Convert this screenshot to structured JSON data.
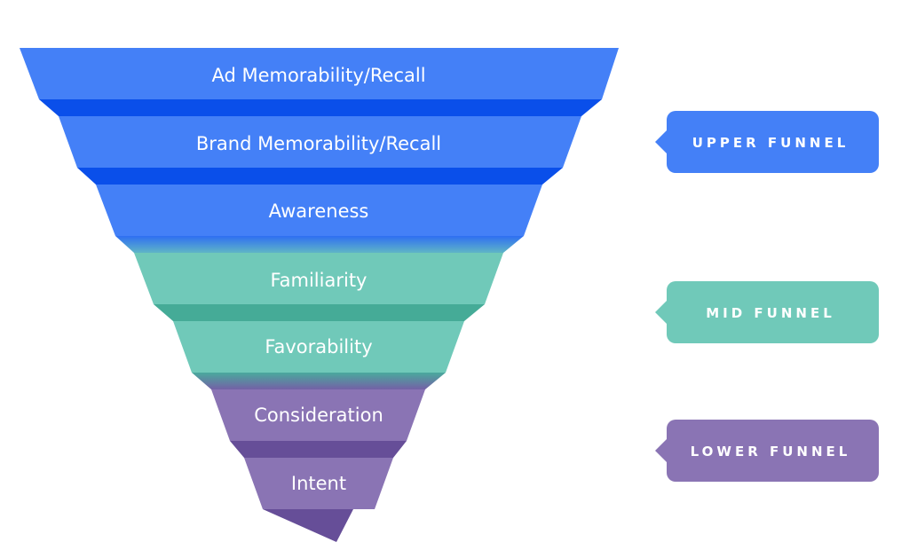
{
  "funnel": {
    "stages": [
      {
        "label": "Ad Memorability/Recall",
        "color": "#4480f7"
      },
      {
        "label": "Brand Memorability/Recall",
        "color": "#4480f7"
      },
      {
        "label": "Awareness",
        "color": "#4480f7"
      },
      {
        "label": "Familiarity",
        "color": "#70c9b9"
      },
      {
        "label": "Favorability",
        "color": "#70c9b9"
      },
      {
        "label": "Consideration",
        "color": "#8a74b4"
      },
      {
        "label": "Intent",
        "color": "#8a74b4"
      }
    ],
    "connector_colors": {
      "blue": "#0a4fea",
      "teal": "#45ab97",
      "purple": "#664e98"
    }
  },
  "groups": [
    {
      "label": "UPPER FUNNEL",
      "color": "#4480f7"
    },
    {
      "label": "MID FUNNEL",
      "color": "#70c9b9"
    },
    {
      "label": "LOWER FUNNEL",
      "color": "#8a74b4"
    }
  ]
}
